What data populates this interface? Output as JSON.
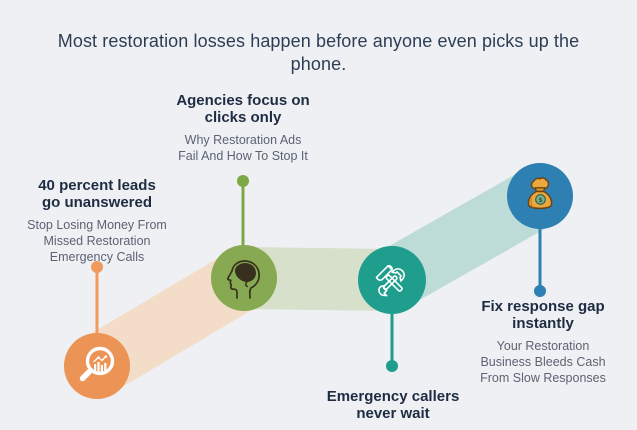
{
  "title_lines": [
    "Most restoration losses happen before anyone even picks up the",
    "phone."
  ],
  "colors": {
    "background": "#eff0f4",
    "title_text": "#2d3e54",
    "heading_text": "#1e2c42",
    "subtext_text": "#5b6372",
    "ribbon_peach": "#f3ddc9",
    "ribbon_sage": "#d6e0cb",
    "ribbon_teal": "#bddcd8",
    "circle_orange": "#ec9455",
    "circle_green": "#87a951",
    "circle_teal": "#1f9d8d",
    "circle_blue": "#2e7fb2"
  },
  "milestones": [
    {
      "id": "leads",
      "heading_lines": [
        "40 percent leads",
        "go unanswered"
      ],
      "subtext_lines": [
        "Stop Losing Money From",
        "Missed Restoration",
        "Emergency Calls"
      ],
      "icon": "magnifier-chart-icon",
      "accent": "#ec9455"
    },
    {
      "id": "agencies",
      "heading_lines": [
        "Agencies focus on",
        "clicks only"
      ],
      "subtext_lines": [
        "Why Restoration Ads",
        "Fail And How To Stop It"
      ],
      "icon": "brain-head-icon",
      "accent": "#87a951"
    },
    {
      "id": "emergency",
      "heading_lines": [
        "Emergency callers",
        "never wait"
      ],
      "subtext_lines": [],
      "icon": "hammer-wrench-icon",
      "accent": "#1f9d8d"
    },
    {
      "id": "fix",
      "heading_lines": [
        "Fix response gap",
        "instantly"
      ],
      "subtext_lines": [
        "Your Restoration",
        "Business Bleeds Cash",
        "From Slow Responses"
      ],
      "icon": "money-bag-icon",
      "accent": "#2e7fb2"
    }
  ]
}
